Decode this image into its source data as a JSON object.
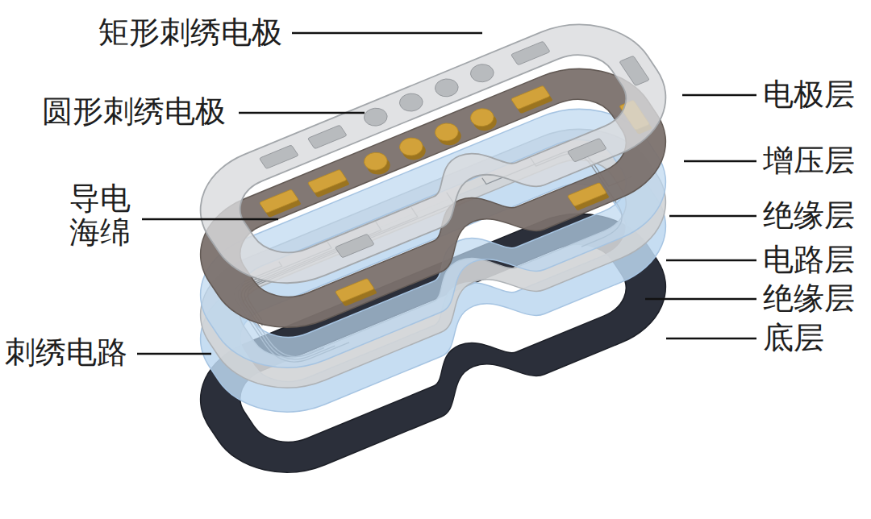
{
  "diagram": {
    "labels": [
      "矩形刺绣电极",
      "圆形刺绣电极",
      "导电 海绵",
      "刺绣电路",
      "电极层",
      "增压层",
      "绝缘层",
      "电路层",
      "绝缘层",
      "底层"
    ]
  }
}
